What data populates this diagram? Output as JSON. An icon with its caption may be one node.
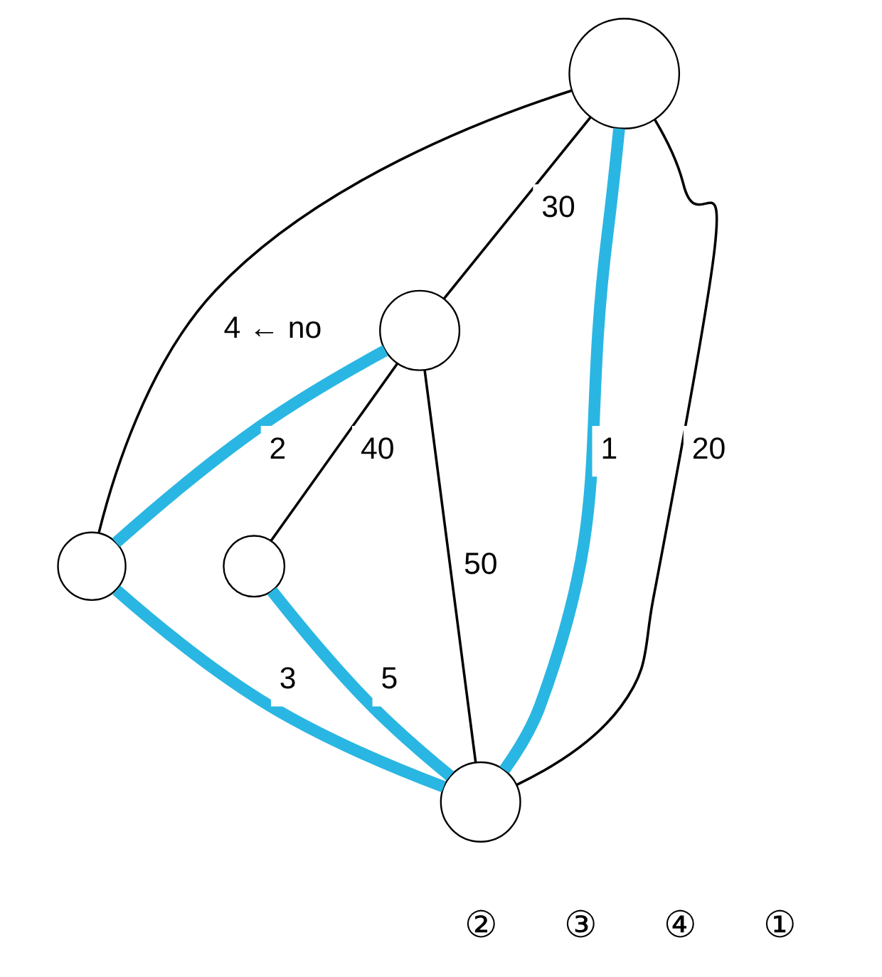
{
  "diagram": {
    "nodes": [
      {
        "text": [],
        "shape": "circle"
      },
      {
        "text": [],
        "shape": "circle"
      },
      {
        "text": [],
        "shape": "circle"
      },
      {
        "text": [],
        "shape": "circle"
      },
      {
        "text": [],
        "shape": "circle"
      }
    ],
    "edges": [
      {
        "from": 0,
        "to": 4,
        "arrow": "none",
        "label": "1",
        "style": "thick",
        "color": "#2ab6e2"
      },
      {
        "from": 0,
        "to": 4,
        "arrow": "none",
        "label": "20"
      },
      {
        "from": 0,
        "to": 1,
        "arrow": "none",
        "label": "4 ← no"
      },
      {
        "from": 0,
        "to": 2,
        "arrow": "none",
        "label": "30"
      },
      {
        "from": 2,
        "to": 1,
        "arrow": "none",
        "label": "2",
        "style": "thick",
        "color": "#2ab6e2"
      },
      {
        "from": 1,
        "to": 4,
        "arrow": "none",
        "label": "3",
        "style": "thick",
        "color": "#2ab6e2"
      },
      {
        "from": 2,
        "to": 3,
        "arrow": "none",
        "label": "40"
      },
      {
        "from": 2,
        "to": 4,
        "arrow": "none",
        "label": "50"
      },
      {
        "from": 3,
        "to": 4,
        "arrow": "none",
        "label": "5",
        "style": "thick",
        "color": "#2ab6e2"
      }
    ],
    "labels": [
      "②",
      "③",
      "④",
      "①"
    ]
  }
}
